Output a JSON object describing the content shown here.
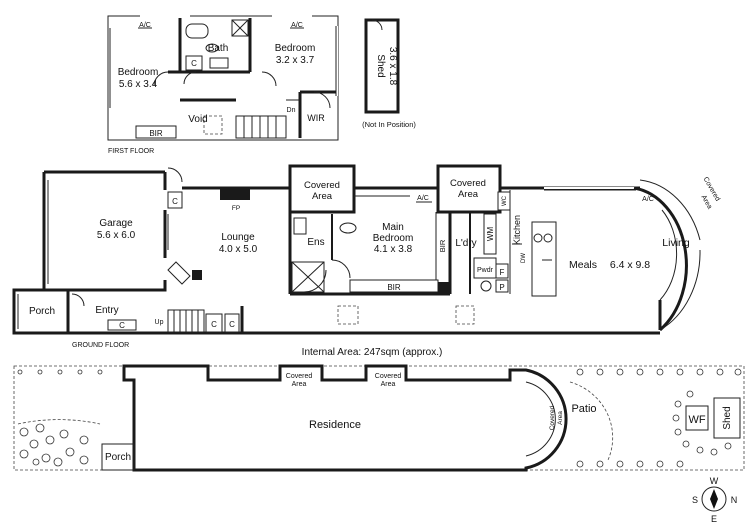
{
  "first_floor": {
    "caption": "FIRST FLOOR",
    "bedroom1": {
      "name": "Bedroom",
      "size": "5.6 x 3.4"
    },
    "bath": "Bath",
    "bedroom2": {
      "name": "Bedroom",
      "size": "3.2 x 3.7"
    },
    "ac1": "A/C",
    "ac2": "A/C",
    "c": "C",
    "void": "Void",
    "dn": "Dn",
    "wir": "WIR",
    "bir": "BIR"
  },
  "shed": {
    "name": "Shed",
    "size": "3.6 x 1.8",
    "note": "(Not In Position)"
  },
  "ground_floor": {
    "caption": "GROUND FLOOR",
    "garage": {
      "name": "Garage",
      "size": "5.6 x 6.0"
    },
    "c_garage": "C",
    "lounge": {
      "name": "Lounge",
      "size": "4.0 x 5.0"
    },
    "fp": "FP",
    "covered1": [
      "Covered",
      "Area"
    ],
    "covered2": [
      "Covered",
      "Area"
    ],
    "covered3": [
      "Covered",
      "Area"
    ],
    "ens": "Ens",
    "main_bedroom": {
      "name1": "Main",
      "name2": "Bedroom",
      "size": "4.1 x 3.8"
    },
    "bir_main": "BIR",
    "bir_side": "BIR",
    "ac_main": "A/C",
    "ac_living": "A/C",
    "ldry": "L'dry",
    "wm": "WM",
    "kitchen": "Kitchen",
    "wc": "WC",
    "dw": "DW",
    "pwdr": "Pwdr",
    "f": "F",
    "p": "P",
    "meals": "Meals",
    "meals_size": "6.4 x 9.8",
    "living": "Living",
    "porch": "Porch",
    "entry": "Entry",
    "c_entry": "C",
    "c_stair1": "C",
    "c_stair2": "C",
    "up": "Up"
  },
  "internal_area": "Internal Area: 247sqm (approx.)",
  "site": {
    "residence": "Residence",
    "porch": "Porch",
    "covered_a": [
      "Covered",
      "Area"
    ],
    "covered_b": [
      "Covered",
      "Area"
    ],
    "covered_c": [
      "Covered",
      "Area"
    ],
    "patio": "Patio",
    "wf": "WF",
    "shed": "Shed"
  },
  "compass": {
    "n": "N",
    "s": "S",
    "e": "E",
    "w": "W"
  }
}
